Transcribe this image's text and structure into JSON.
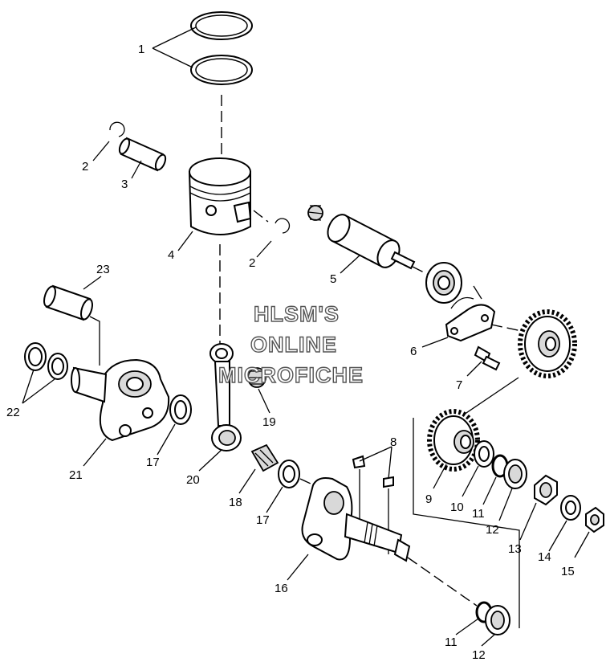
{
  "watermark": {
    "line1": "HLSM'S",
    "line2": "ONLINE",
    "line3": "MICROFICHE"
  },
  "callouts": {
    "c1": "1",
    "c2a": "2",
    "c2b": "2",
    "c3": "3",
    "c4": "4",
    "c5": "5",
    "c6": "6",
    "c7": "7",
    "c8": "8",
    "c9": "9",
    "c10": "10",
    "c11a": "11",
    "c11b": "11",
    "c12a": "12",
    "c12b": "12",
    "c13": "13",
    "c14": "14",
    "c15": "15",
    "c16": "16",
    "c17a": "17",
    "c17b": "17",
    "c18": "18",
    "c19": "19",
    "c20": "20",
    "c21": "21",
    "c22": "22",
    "c23": "23"
  }
}
